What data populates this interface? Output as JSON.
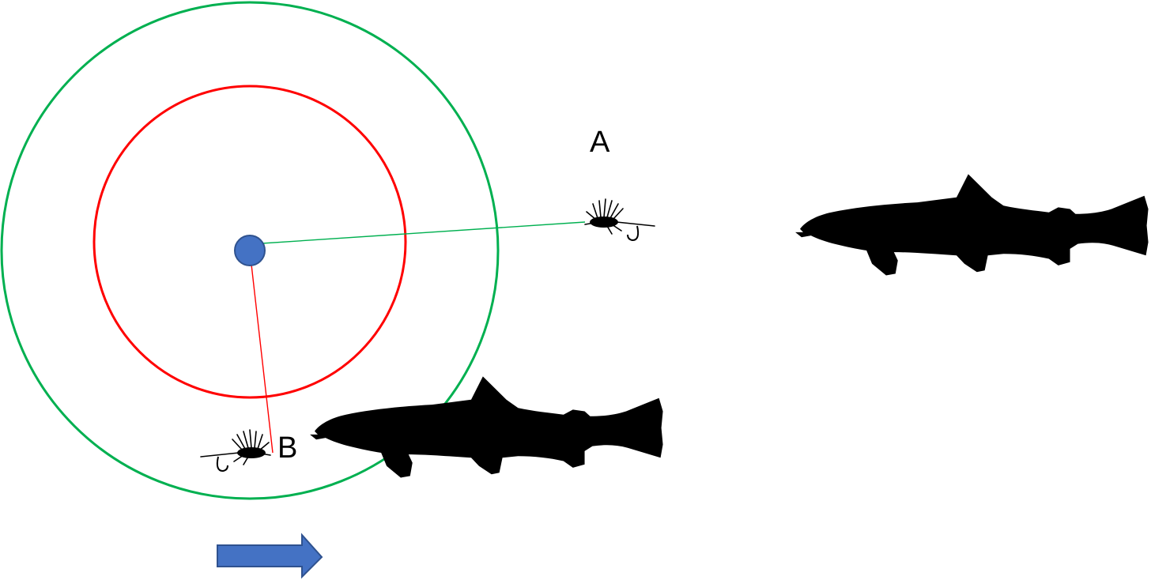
{
  "labels": {
    "a": "A",
    "b": "B"
  },
  "icons": {
    "center_marker": "circle-dot",
    "fly_a": "fly-icon",
    "fly_b": "fly-icon",
    "fish_far": "trout-silhouette",
    "fish_near": "trout-silhouette",
    "direction_arrow": "right-arrow-icon"
  },
  "colors": {
    "outer_ring": "#00b050",
    "inner_ring": "#ff0000",
    "center_dot": "#4472c4",
    "line_to_a": "#00b050",
    "line_to_b": "#ff0000",
    "arrow_fill": "#4472c4",
    "arrow_stroke": "#2f528f",
    "silhouettes": "#000000"
  }
}
